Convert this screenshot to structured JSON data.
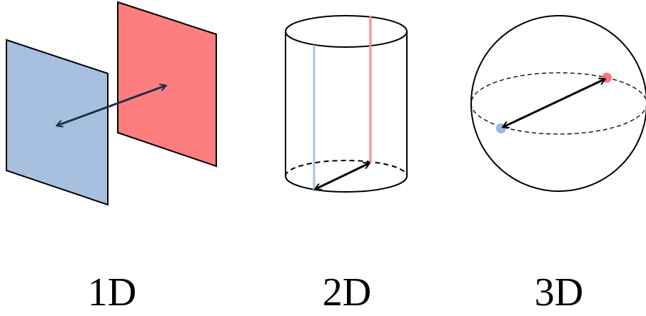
{
  "panels": [
    {
      "label": "1D"
    },
    {
      "label": "2D"
    },
    {
      "label": "3D"
    }
  ],
  "colors": {
    "blue_fill": "#a7c0e0",
    "red_fill": "#fe7d7f",
    "blue_line": "#a7c0e0",
    "red_line": "#fe8a8c",
    "blue_dot": "#9bb8e0",
    "red_dot": "#fe7578",
    "arrow": "#000000",
    "arrow_1d": "#1d2f4a",
    "outline": "#000000"
  }
}
